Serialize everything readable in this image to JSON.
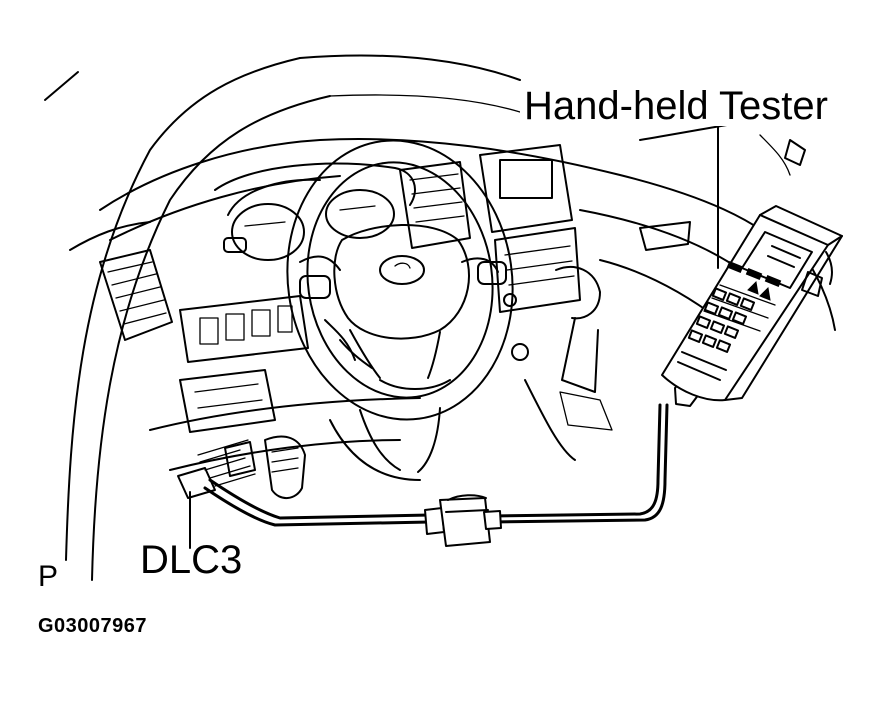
{
  "labels": {
    "hand_held_tester": "Hand-held Tester",
    "dlc3": "DLC3",
    "view_marker": "P",
    "figure_id": "G03007967"
  },
  "colors": {
    "ink": "#000000",
    "paper": "#ffffff"
  }
}
